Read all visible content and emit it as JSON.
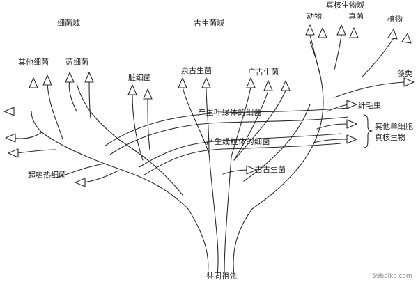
{
  "domains": {
    "bacteria": "细菌域",
    "archaea": "古生菌域",
    "eukarya": "真核生物域"
  },
  "groups": {
    "other_bacteria": "其他细菌",
    "cyanobacteria": "蓝细菌",
    "hyperthermophiles": "超嗜热细菌",
    "pseudomonas": "脏细菌",
    "crenarchaeota": "泉古生菌",
    "euryarchaeota": "广古生菌",
    "korarchaeota": "古古生菌",
    "animals": "动物",
    "fungi": "真菌",
    "plants": "植物",
    "algae": "藻类",
    "ciliates": "纤毛虫",
    "other_eukaryotes_line1": "其他单细胞",
    "other_eukaryotes_line2": "真核生物"
  },
  "bands": {
    "chloroplast": "产生叶绿体的细菌",
    "mitochondria": "产生线粒体的细菌"
  },
  "root": "共同祖先",
  "watermark": "59baike.com",
  "colors": {
    "line": "#2a2a2a",
    "text": "#222222",
    "watermark": "#8a8a8a"
  }
}
